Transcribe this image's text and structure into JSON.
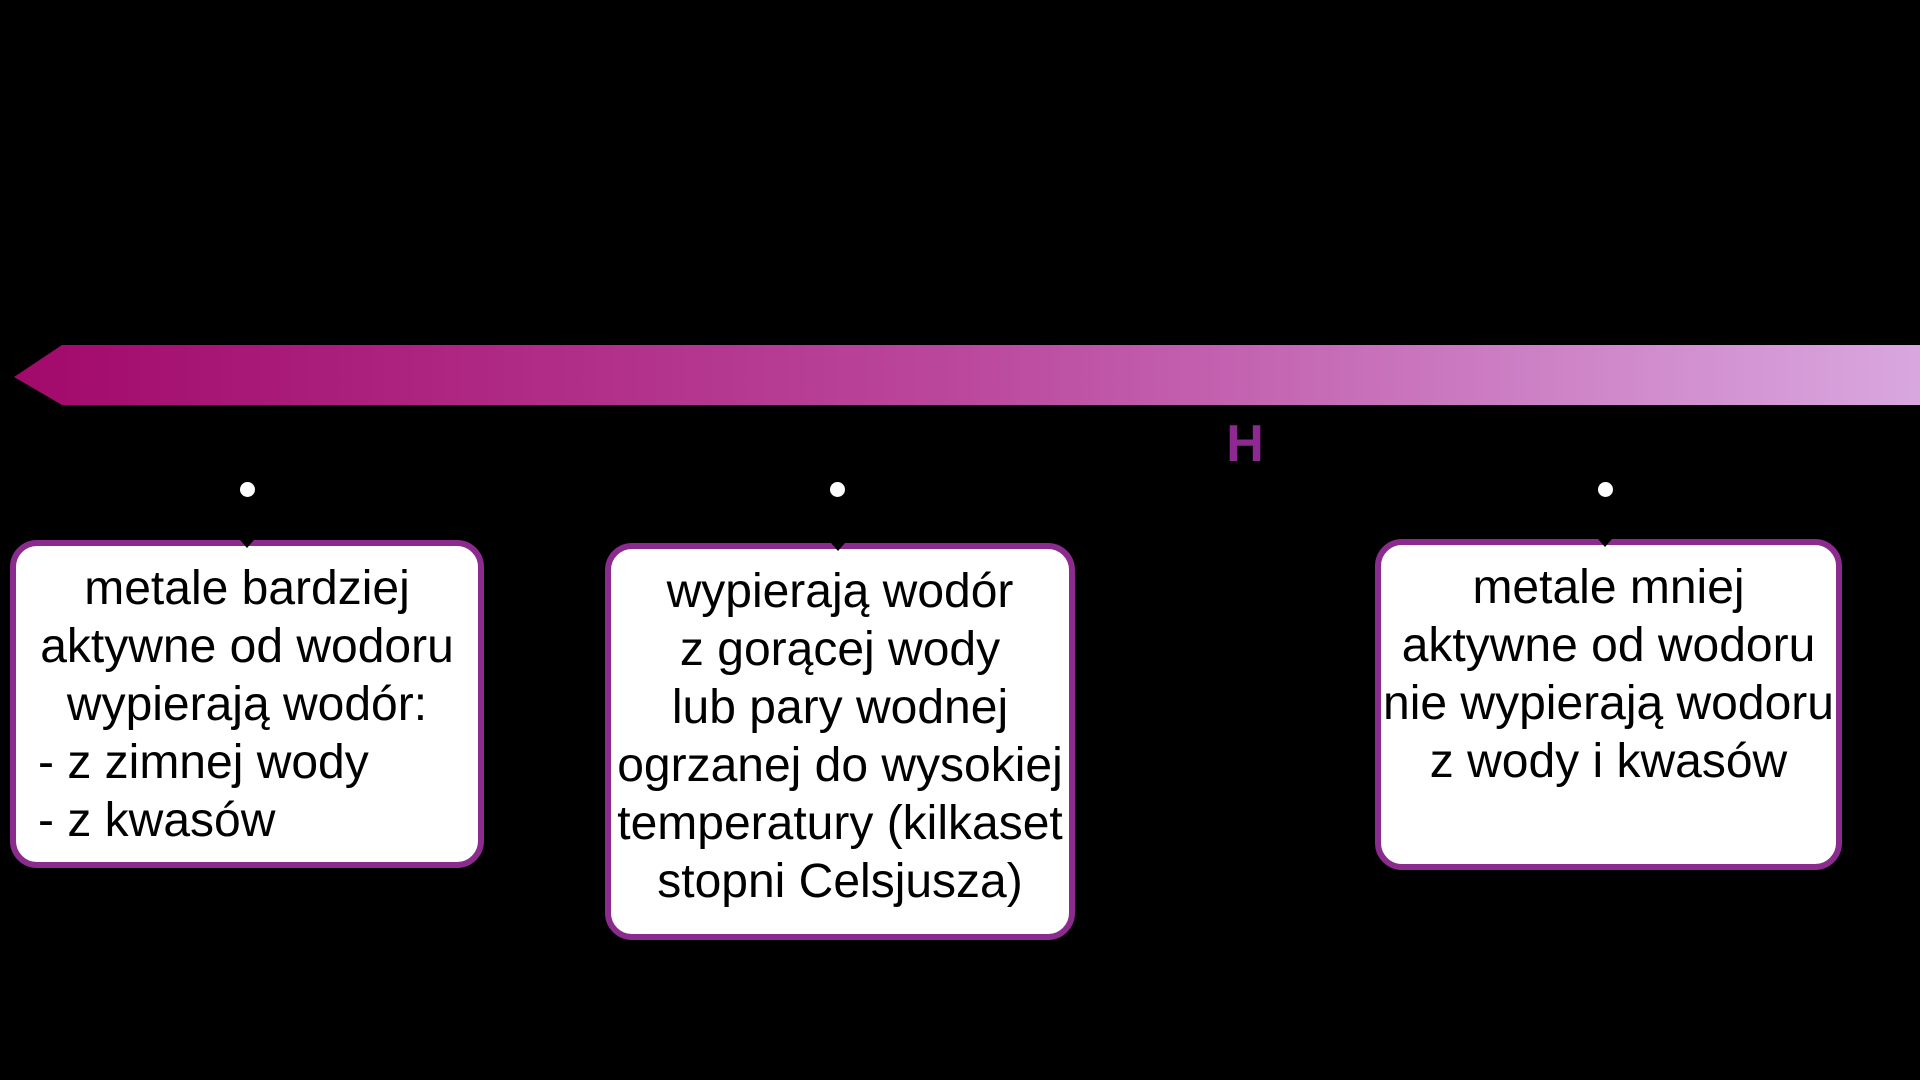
{
  "arrow": {
    "direction": "left",
    "gradient_start_color": "#a2096a",
    "gradient_mid_color": "#bb489d",
    "gradient_end_color": "#d9a7e0"
  },
  "hydrogen_marker": {
    "label": "H",
    "color": "#8d2991"
  },
  "callouts": [
    {
      "lines": [
        "metale bardziej",
        "aktywne od wodoru",
        "wypierają wodór:",
        "- z zimnej wody",
        "- z kwasów"
      ]
    },
    {
      "lines": [
        "wypierają wodór",
        "z gorącej wody",
        "lub pary wodnej",
        "ogrzanej do wysokiej",
        "temperatury (kilkaset",
        "stopni Celsjusza)"
      ]
    },
    {
      "lines": [
        "metale mniej",
        "aktywne od wodoru",
        "nie wypierają wodoru",
        "z wody i kwasów"
      ]
    }
  ],
  "colors": {
    "background": "#000000",
    "box_border": "#8a2b8d",
    "box_background": "#ffffff",
    "text": "#000000",
    "connector_dot": "#ffffff"
  }
}
